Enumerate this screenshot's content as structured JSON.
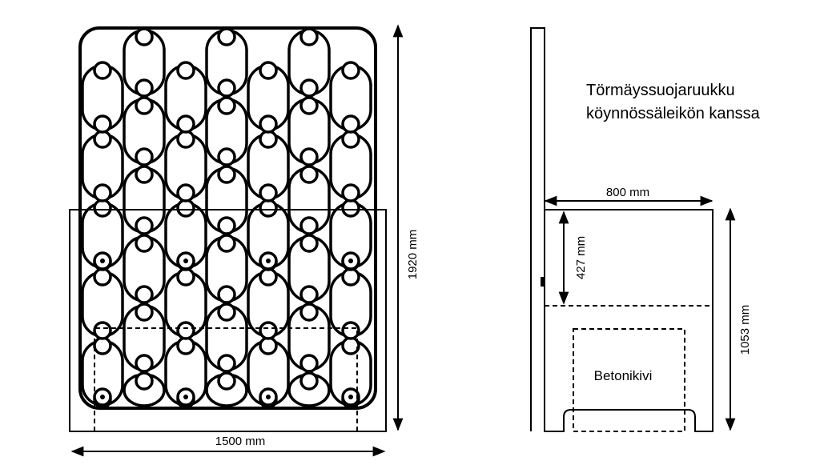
{
  "front_view": {
    "width_label": "1500 mm",
    "height_label": "1920 mm"
  },
  "side_view": {
    "title_line1": "Törmäyssuojaruukku",
    "title_line2": "köynnössäleikön kanssa",
    "depth_label": "800 mm",
    "soil_label": "427 mm",
    "pot_height_label": "1053 mm",
    "block_label": "Betonikivi"
  }
}
